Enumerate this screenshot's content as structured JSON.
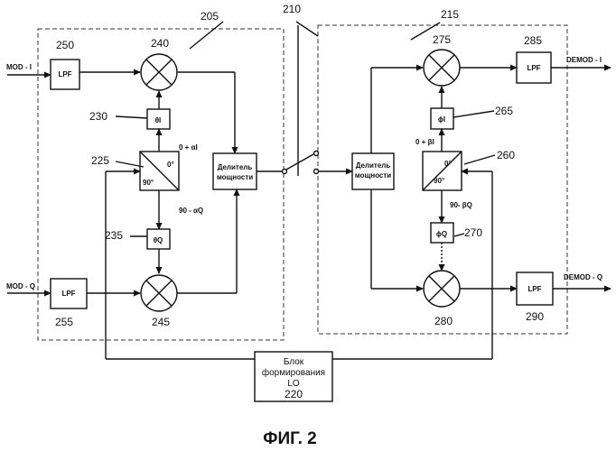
{
  "figure": {
    "caption": "ФИГ. 2",
    "inputs": {
      "mod_i": "MOD - I",
      "mod_q": "MOD - Q"
    },
    "outputs": {
      "demod_i": "DEMOD - I",
      "demod_q": "DEMOD - Q"
    },
    "refs": {
      "r205": "205",
      "r210": "210",
      "r215": "215",
      "r220": "220",
      "r225": "225",
      "r230": "230",
      "r235": "235",
      "r240": "240",
      "r245": "245",
      "r250": "250",
      "r255": "255",
      "r260": "260",
      "r265": "265",
      "r270": "270",
      "r275": "275",
      "r280": "280",
      "r285": "285",
      "r290": "290"
    },
    "blocks": {
      "lpf": "LPF",
      "splitter_line1": "Делитель",
      "splitter_line2": "мощности",
      "theta_i": "θI",
      "theta_q": "θQ",
      "phi_i": "ϕI",
      "phi_q": "ϕQ",
      "hybrid_0": "0°",
      "hybrid_90": "90°",
      "lo_line1": "Блок",
      "lo_line2": "формирования",
      "lo_line3": "LO"
    },
    "signals": {
      "tx_i_phase": "0 + αI",
      "tx_q_phase": "90 - αQ",
      "rx_i_phase": "0 + βI",
      "rx_q_phase": "90- βQ"
    }
  }
}
